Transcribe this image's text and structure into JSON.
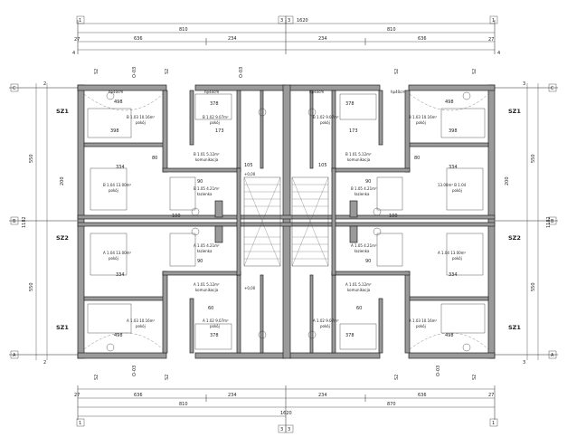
{
  "grid_axes": {
    "numbers_top": [
      "1",
      "1",
      "3",
      "3",
      "1"
    ],
    "numbers_side": [
      "2",
      "3",
      "4",
      "4"
    ],
    "letters_left": [
      "C",
      "B",
      "A"
    ],
    "letters_right": [
      "C",
      "B",
      "A"
    ]
  },
  "dimensions": {
    "top_overall": [
      "810",
      "1620",
      "810"
    ],
    "top_parts": [
      "636",
      "234",
      "234",
      "636"
    ],
    "bottom_parts": [
      "636",
      "234",
      "234",
      "636"
    ],
    "bottom_overall": [
      "810",
      "870"
    ],
    "bottom_center": "1620",
    "left_vertical": [
      "550",
      "1182",
      "550"
    ],
    "right_vertical": [
      "550",
      "1182",
      "550"
    ],
    "small": [
      "27",
      "27",
      "27",
      "27"
    ]
  },
  "section_tags": [
    "SZ1",
    "SZ1",
    "SZ2",
    "SZ2",
    "SZ1",
    "SZ1"
  ],
  "wall_tags": [
    "S2",
    "S2",
    "S2",
    "S2",
    "S2",
    "S2",
    "S2",
    "S2",
    "O-03",
    "O-03",
    "O-03",
    "O-03"
  ],
  "rooms": [
    {
      "code": "B 1.03",
      "area": "10.16m²",
      "name": "pokój"
    },
    {
      "code": "B 1.02",
      "area": "9.07m²",
      "name": "pokój"
    },
    {
      "code": "B 1.02",
      "area": "9.07m²",
      "name": "pokój"
    },
    {
      "code": "B 1.03",
      "area": "10.16m²",
      "name": "pokój"
    },
    {
      "code": "B 1.04",
      "area": "13.00m²",
      "name": "pokój"
    },
    {
      "code": "B 1.04",
      "area": "13.00m²",
      "name": "pokój"
    },
    {
      "code": "A 1.04",
      "area": "13.00m²",
      "name": "pokój"
    },
    {
      "code": "A 1.04",
      "area": "13.00m²",
      "name": "pokój"
    },
    {
      "code": "A 1.03",
      "area": "10.16m²",
      "name": "pokój"
    },
    {
      "code": "A 1.02",
      "area": "9.07m²",
      "name": "pokój"
    },
    {
      "code": "A 1.02",
      "area": "9.07m²",
      "name": "pokój"
    },
    {
      "code": "A 1.03",
      "area": "10.16m²",
      "name": "pokój"
    },
    {
      "code": "B 1.01",
      "area": "5.12m²",
      "name": "komunikacja"
    },
    {
      "code": "B 1.01",
      "area": "5.12m²",
      "name": "komunikacja"
    },
    {
      "code": "A 1.01",
      "area": "5.12m²",
      "name": "komunikacja"
    },
    {
      "code": "A 1.01",
      "area": "5.12m²",
      "name": "komunikacja"
    },
    {
      "code": "B 1.05",
      "area": "4.21m²",
      "name": "łazienka"
    },
    {
      "code": "B 1.05",
      "area": "4.21m²",
      "name": "łazienka"
    },
    {
      "code": "A 1.05",
      "area": "4.21m²",
      "name": "łazienka"
    },
    {
      "code": "A 1.05",
      "area": "4.21m²",
      "name": "łazienka"
    }
  ],
  "room_dims": [
    "498",
    "378",
    "378",
    "498",
    "398",
    "173",
    "173",
    "398",
    "334",
    "334",
    "334",
    "334",
    "498",
    "378",
    "378",
    "498"
  ],
  "small_dims": [
    "90",
    "90",
    "90",
    "90",
    "80",
    "80",
    "105",
    "105",
    "100",
    "100",
    "60",
    "60",
    "200",
    "200"
  ],
  "levels": [
    "+0,00",
    "+0,00",
    "hp40cm",
    "hp40cm",
    "hp40cm",
    "hp40cm"
  ]
}
